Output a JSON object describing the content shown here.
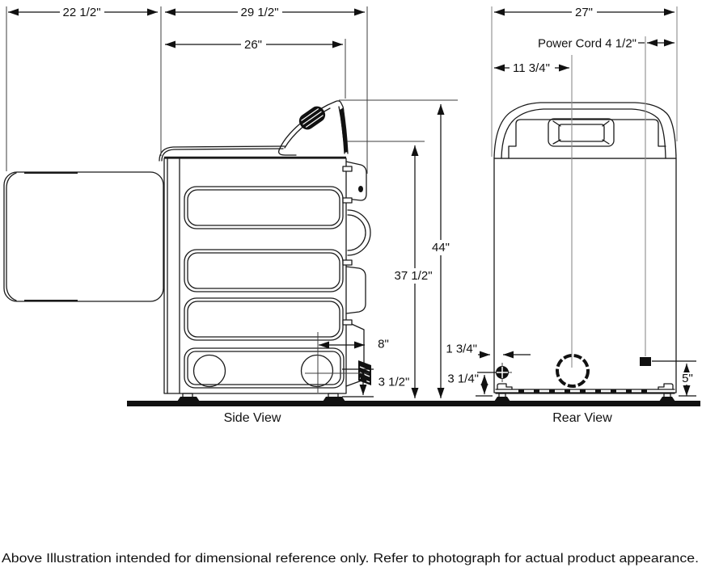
{
  "colors": {
    "line": "#1a1a1a",
    "dim": "#111111",
    "extension": "#8c8c8c",
    "background": "#ffffff"
  },
  "views": {
    "side": "Side View",
    "rear": "Rear View"
  },
  "dims": {
    "door_depth": "22 1/2\"",
    "total_depth": "29 1/2\"",
    "cabinet_depth": "26\"",
    "width": "27\"",
    "power_cord": "Power Cord 4 1/2\"",
    "exhaust_from_left": "11 3/4\"",
    "total_height": "44\"",
    "cabinet_height": "37 1/2\"",
    "exhaust_from_rear": "8\"",
    "exhaust_height": "3 1/2\"",
    "inlet_from_edge": "1 3/4\"",
    "inlet_height": "3 1/4\"",
    "cord_height": "5\""
  },
  "note": "Above Illustration intended for dimensional reference only. Refer to photograph for actual product appearance."
}
